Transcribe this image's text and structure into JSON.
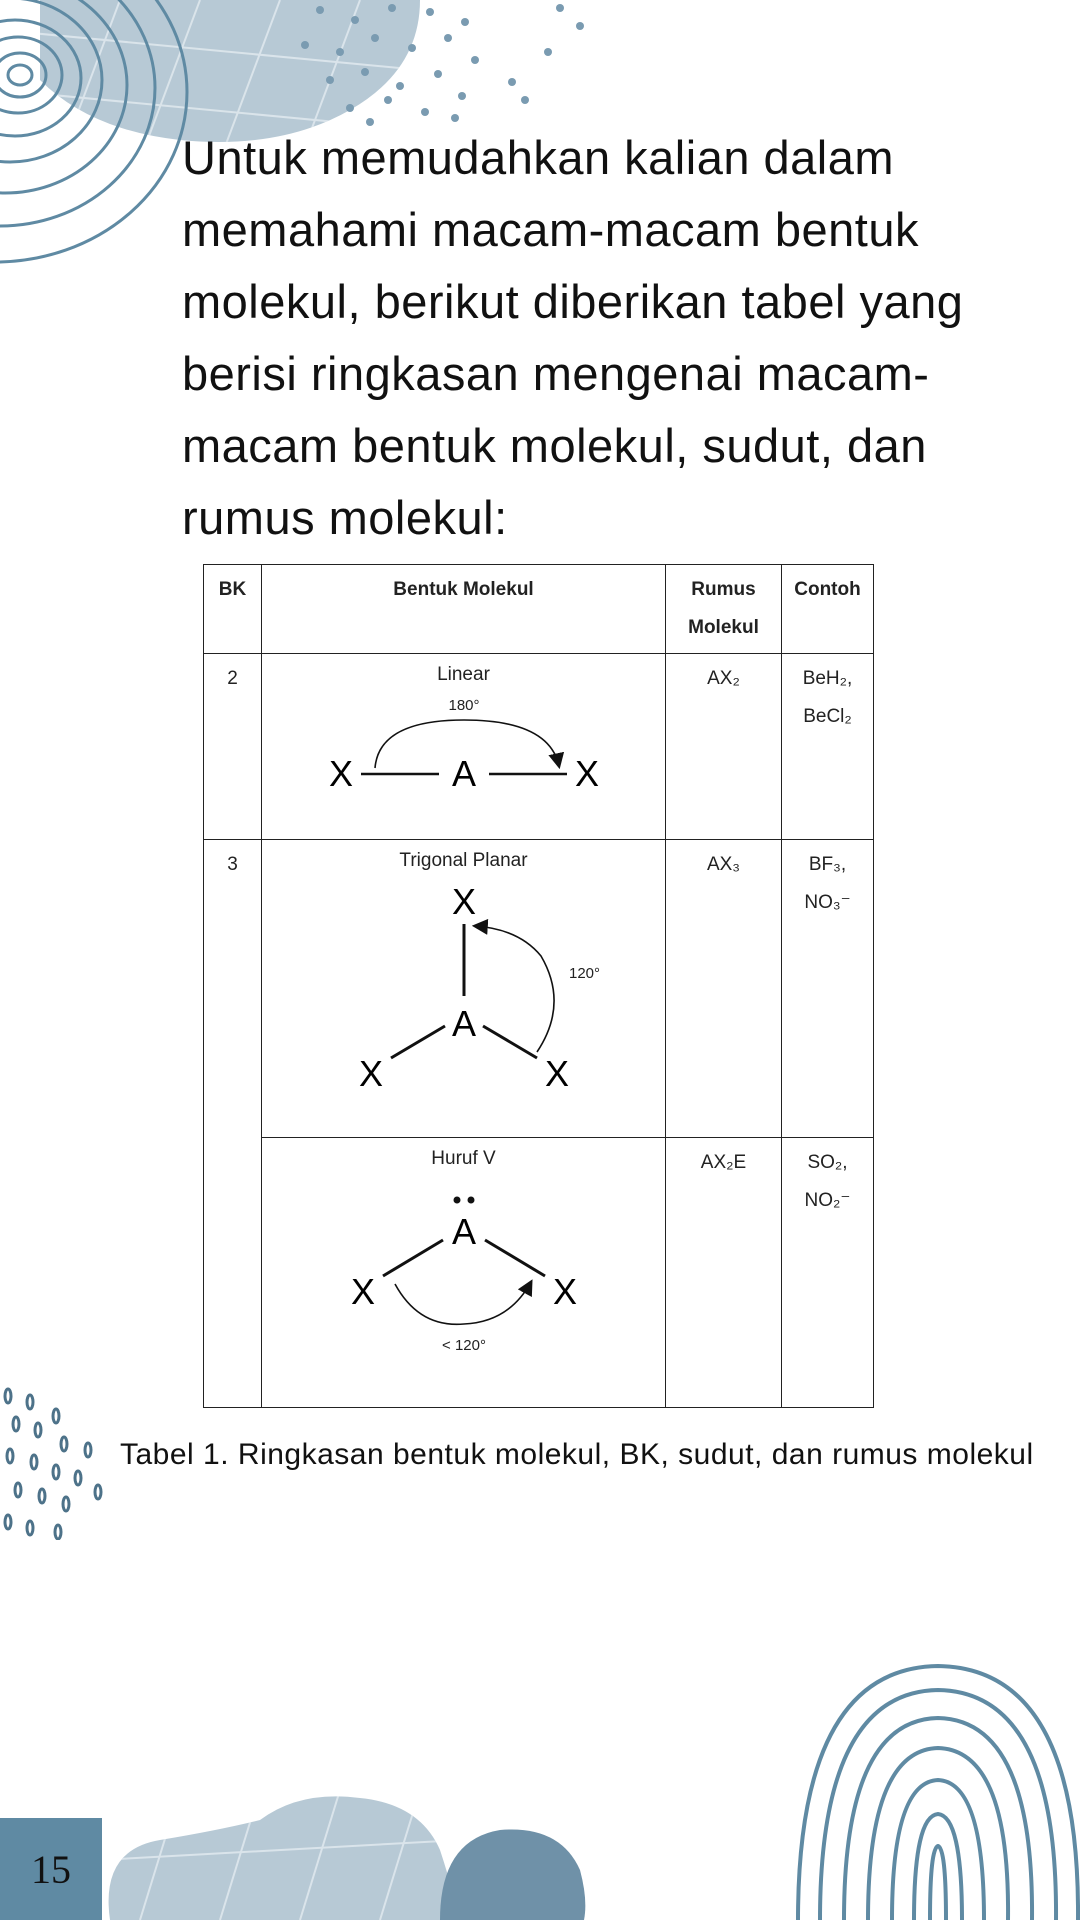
{
  "intro_text": "Untuk memudahkan kalian dalam memahami macam-macam bentuk molekul, berikut diberikan tabel yang berisi ringkasan mengenai macam-macam bentuk molekul, sudut, dan rumus molekul:",
  "table": {
    "headers": {
      "bk": "BK",
      "shape": "Bentuk Molekul",
      "formula_line1": "Rumus",
      "formula_line2": "Molekul",
      "example": "Contoh"
    },
    "rows": [
      {
        "bk": "2",
        "shape_name": "Linear",
        "angle": "180°",
        "formula": "AX₂",
        "example_line1": "BeH₂,",
        "example_line2": "BeCl₂"
      },
      {
        "bk": "3",
        "shape_name": "Trigonal Planar",
        "angle": "120°",
        "formula": "AX₃",
        "example_line1": "BF₃,",
        "example_line2": "NO₃⁻"
      },
      {
        "bk": "",
        "shape_name": "Huruf V",
        "angle": "< 120°",
        "formula": "AX₂E",
        "example_line1": "SO₂,",
        "example_line2": "NO₂⁻"
      }
    ],
    "atom_labels": {
      "central": "A",
      "ligand": "X"
    }
  },
  "caption": "Tabel 1. Ringkasan bentuk molekul, BK, sudut, dan rumus molekul",
  "page_number": "15",
  "colors": {
    "accent_dark": "#5f8aa3",
    "accent_light": "#b7c9d5",
    "accent_mid": "#6f91a8",
    "text": "#111111"
  }
}
